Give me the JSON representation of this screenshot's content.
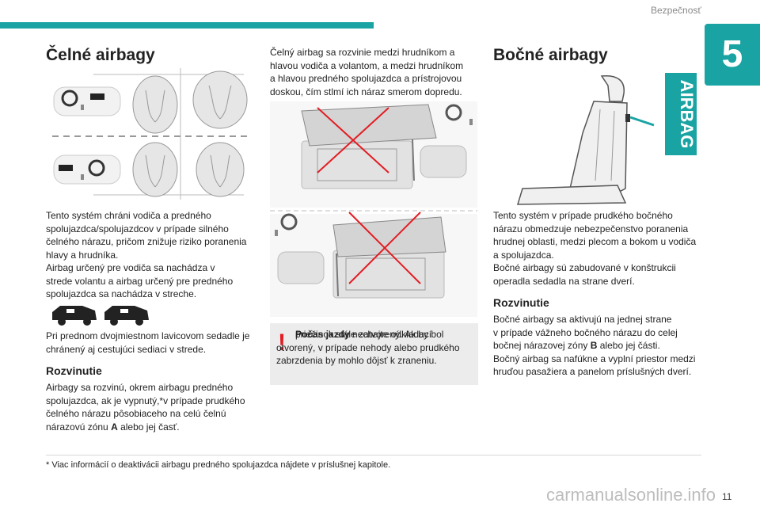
{
  "header": {
    "section_name": "Bezpečnosť",
    "chapter_number": "5",
    "accent_color": "#1aa3a3"
  },
  "col1": {
    "title": "Čelné airbagy",
    "para1": "Tento systém chráni vodiča a predného\nspolujazdca/spolujazdcov v prípade silného\nčelného nárazu, pričom znižuje riziko poranenia\nhlavy a hrudníka.\nAirbag určený pre vodiča sa nachádza v\nstrede volantu a airbag určený pre predného\nspolujazdca sa nachádza v streche.",
    "para2": "Pri prednom dvojmiestnom lavicovom sedadle je\nchránený aj cestujúci sediaci v strede.",
    "deploy_heading": "Rozvinutie",
    "deploy_pre": "Airbagy sa rozvinú, okrem airbagu predného\nspolujazdca, ak je vypnutý,*v prípade prudkého\nčelného nárazu pôsobiaceho na celú čelnú\nnárazovú zónu ",
    "deploy_zone": "A",
    "deploy_post": " alebo jej časť."
  },
  "col2": {
    "para1": "Čelný airbag sa rozvinie medzi hrudníkom a\nhlavou vodiča a volantom, a medzi hrudníkom\na hlavou predného spolujazdca a prístrojovou\ndoskou, čím stlmí ich náraz smerom dopredu.",
    "warn_mark": "!",
    "warn_bold": "Počas jazdy",
    "warn_rest1": " nechajte odkladací",
    "warn_rest2": "priečinok stále zatvorený. Ak by bol\notvorený, v prípade nehody alebo prudkého\nzabrzdenia by mohlo dôjsť k zraneniu.",
    "warn_color": "#e21d24"
  },
  "col3": {
    "title": "Bočné airbagy",
    "seat_label": "AIRBAG",
    "para1": "Tento systém v prípade prudkého bočného\nnárazu obmedzuje nebezpečenstvo poranenia\nhrudnej oblasti, medzi plecom a bokom u vodiča\na spolujazdca.\nBočné airbagy sú zabudované v konštrukcii\noperadla sedadla na strane dverí.",
    "deploy_heading": "Rozvinutie",
    "deploy_pre": "Bočné airbagy sa aktivujú na jednej strane\nv prípade vážneho bočného nárazu do celej\nbočnej nárazovej zóny ",
    "deploy_zone": "B",
    "deploy_post": " alebo jej části.\nBočný airbag sa nafúkne a vyplní priestor medzi\nhruďou pasažiera a panelom príslušných dverí."
  },
  "footer": {
    "footnote": "* Viac informácií o deaktivácii airbagu predného spolujazdca nájdete v príslušnej kapitole.",
    "page_number": "11",
    "watermark": "carmanualsonline.info"
  }
}
